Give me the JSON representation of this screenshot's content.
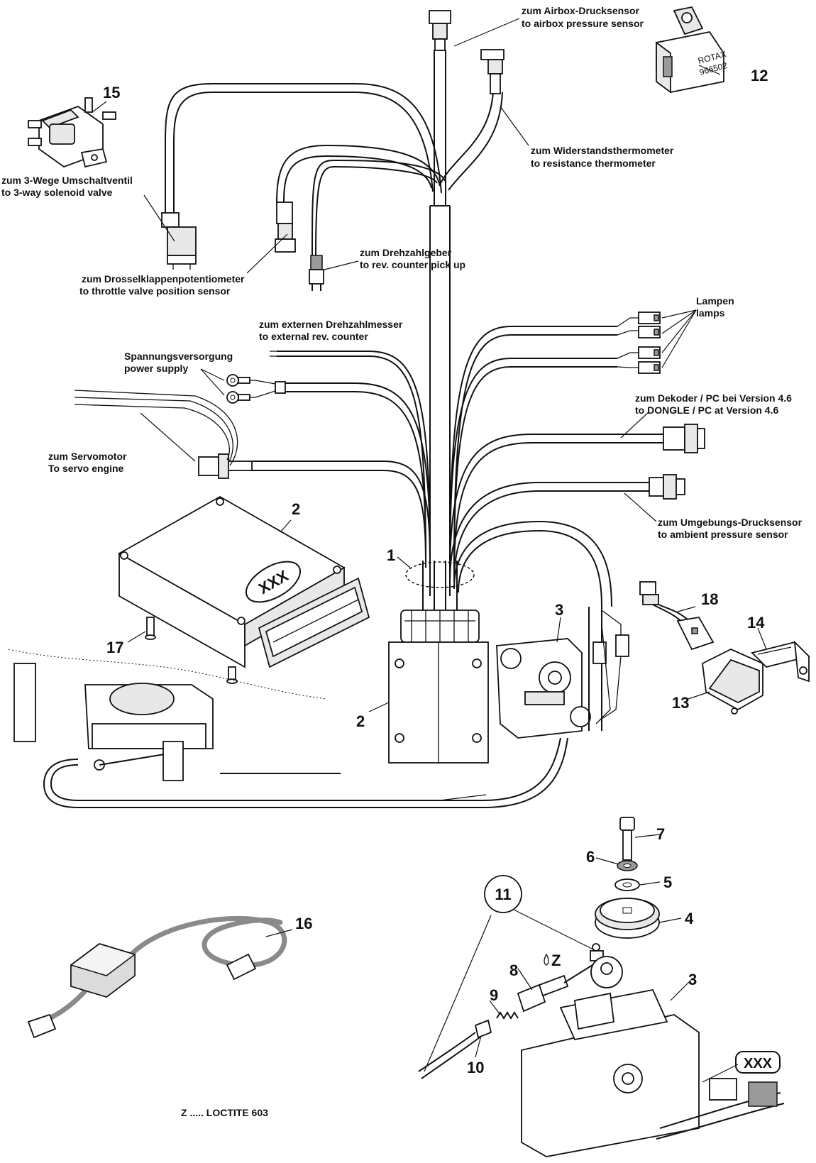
{
  "labels": {
    "airbox": {
      "de": "zum Airbox-Drucksensor",
      "en": "to airbox pressure sensor"
    },
    "resistance": {
      "de": "zum Widerstandsthermometer",
      "en": "to resistance thermometer"
    },
    "solenoid": {
      "de": "zum 3-Wege Umschaltventil",
      "en": "to 3-way solenoid valve"
    },
    "throttle": {
      "de": "zum Drosselklappenpotentiometer",
      "en": "to throttle valve position sensor"
    },
    "revpickup": {
      "de": "zum Drehzahlgeber",
      "en": "to rev. counter pick up"
    },
    "lamps": {
      "de": "Lampen",
      "en": "lamps"
    },
    "extrev": {
      "de": "zum externen Drehzahlmesser",
      "en": "to external rev. counter"
    },
    "power": {
      "de": "Spannungsversorgung",
      "en": "power supply"
    },
    "dongle": {
      "de": "zum Dekoder / PC bei Version 4.6",
      "en": "to DONGLE / PC at Version 4.6"
    },
    "servo": {
      "de": "zum Servomotor",
      "en": "To servo engine"
    },
    "ambient": {
      "de": "zum Umgebungs-Drucksensor",
      "en": "to ambient pressure sensor"
    }
  },
  "sensor_marking": {
    "brand": "ROTAX",
    "part": "966502"
  },
  "ecu_marking": "XXX",
  "servo_marking": "XXX",
  "note": "Z ..... LOCTITE 603",
  "loctite_mark": "Z",
  "callouts": {
    "n1": "1",
    "n2a": "2",
    "n2b": "2",
    "n3a": "3",
    "n3b": "3",
    "n4": "4",
    "n5": "5",
    "n6": "6",
    "n7": "7",
    "n8": "8",
    "n9": "9",
    "n10": "10",
    "n11": "11",
    "n12": "12",
    "n13": "13",
    "n14": "14",
    "n15": "15",
    "n16": "16",
    "n17": "17",
    "n18": "18"
  }
}
